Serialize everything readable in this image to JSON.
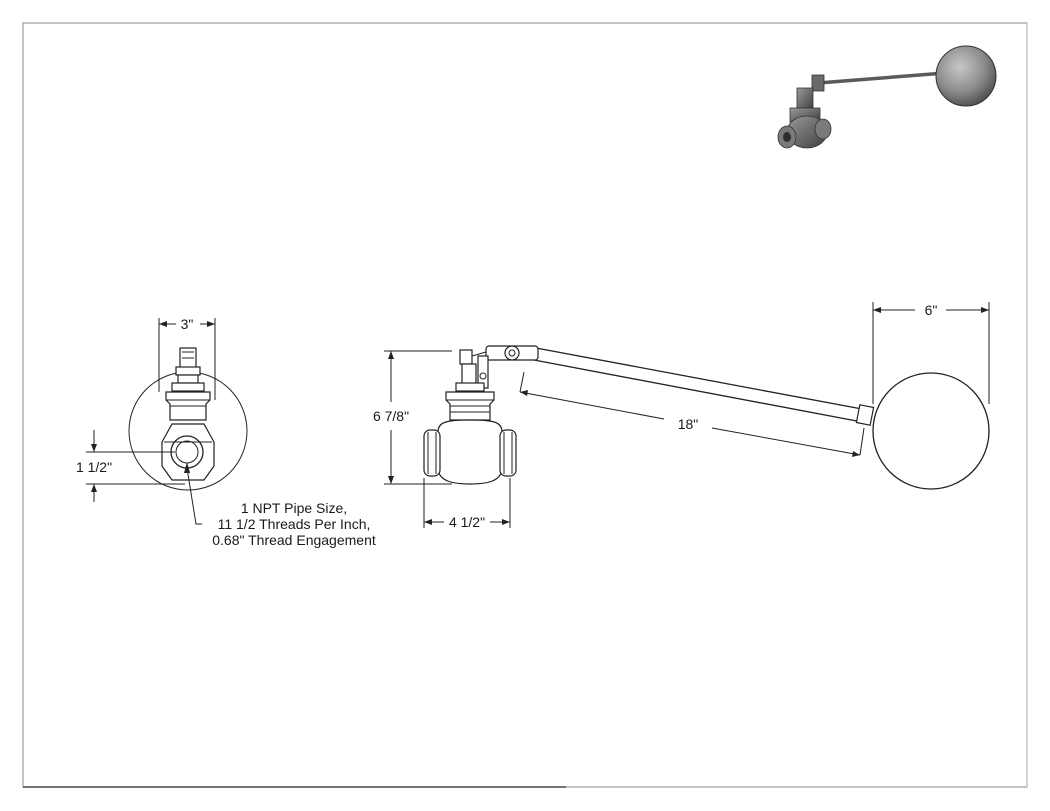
{
  "drawing": {
    "title": "",
    "iso_view": {
      "colors": {
        "ball": "#8a8a8a",
        "valve": "#6e6e6e",
        "rod": "#5a5a5a"
      }
    },
    "side_view": {
      "width_label": "3\"",
      "height_label": "1 1/2\"",
      "note_lines": [
        "1 NPT Pipe Size,",
        "11 1/2 Threads Per Inch,",
        "0.68\" Thread Engagement"
      ]
    },
    "front_view": {
      "height_label": "6 7/8\"",
      "width_label": "4 1/2\"",
      "rod_label": "18\"",
      "ball_label": "6\""
    }
  }
}
